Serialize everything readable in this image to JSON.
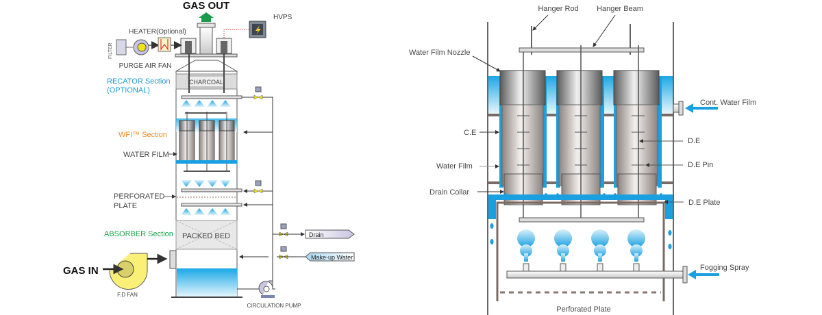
{
  "left_diagram": {
    "gas_out": "GAS OUT",
    "gas_in": "GAS IN",
    "hvps": "HVPS",
    "heater": "HEATER(Optional)",
    "filter": "FILTER",
    "purge_air_fan": "PURGE AIR FAN",
    "charcoal": "CHARCOAL",
    "recator_section_line1": "RECATOR Section",
    "recator_section_line2": "(OPTIONAL)",
    "wfi_section": "WFI™ Section",
    "water_film": "WATER FILM",
    "perforated_plate_line1": "PERFORATED",
    "perforated_plate_line2": "PLATE",
    "absorber_section": "ABSORBER Section",
    "packed_bed": "PACKED BED",
    "fd_fan": "F.D FAN",
    "circulation_pump": "CIRCULATION PUMP",
    "drain": "Drain",
    "makeup_water": "Make-up Water"
  },
  "right_diagram": {
    "hanger_rod": "Hanger Rod",
    "hanger_beam": "Hanger Beam",
    "water_film_nozzle": "Water Film Nozzle",
    "ce": "C.E",
    "water_film": "Water Film",
    "drain_collar": "Drain Collar",
    "cont_water_film": "Cont. Water Film",
    "de": "D.E",
    "de_pin": "D.E Pin",
    "de_plate": "D.E Plate",
    "fogging_spray": "Fogging Spray",
    "perforated_plate": "Perforated Plate"
  },
  "colors": {
    "recator": "#1a9ad6",
    "wfi": "#f08a24",
    "absorber": "#1aa34a",
    "water": "#1aa0e0",
    "gas_out_arrow": "#1a9a4a"
  }
}
